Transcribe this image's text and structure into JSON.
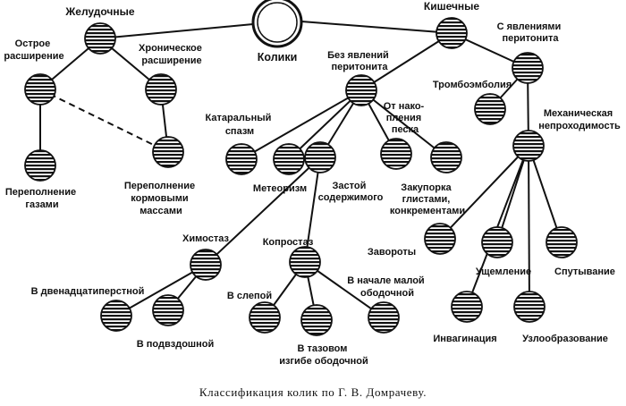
{
  "diagram": {
    "caption": "Классификация колик по Г. В. Домрачеву.",
    "root": "Колики",
    "groups": {
      "gastric": "Желудочные",
      "intestinal": "Кишечные"
    },
    "gastric": {
      "acute_dilation": [
        "Острое",
        "расширение"
      ],
      "chronic_dilation": [
        "Хроническое",
        "расширение"
      ],
      "gas_overfill": [
        "Переполнение",
        "газами"
      ],
      "feed_overfill": [
        "Переполнение",
        "кормовыми",
        "массами"
      ]
    },
    "intestinal": {
      "without_peritonitis": [
        "Без явлений",
        "перитонита"
      ],
      "with_peritonitis": [
        "С явлениями",
        "перитонита"
      ],
      "catarrhal_spasm": [
        "Катаральный",
        "спазм"
      ],
      "meteorism": "Метеоризм",
      "stasis": [
        "Застой",
        "содержимого"
      ],
      "blockage_worms": [
        "Закупорка",
        "глистами,",
        "конкрементами"
      ],
      "sand": [
        "От нако-",
        "пления",
        "песка"
      ],
      "thromboembolism": "Тромбоэмболия",
      "mechanical_obstruction": [
        "Механическая",
        "непроходимость"
      ]
    },
    "stasis": {
      "chymostasis": "Химостаз",
      "coprostasis": "Копростаз",
      "duodenum": "В двенадцатиперстной",
      "ileum": "В подвздошной",
      "cecum": "В слепой",
      "pelvic_flexure": [
        "В тазовом",
        "изгибе ободочной"
      ],
      "small_colon": [
        "В начале малой",
        "ободочной"
      ]
    },
    "obstruction": {
      "volvulus": "Завороты",
      "strangulation": "Ущемление",
      "entanglement": "Спутывание",
      "invagination": "Инвагинация",
      "knotting": "Узлообразование"
    }
  }
}
